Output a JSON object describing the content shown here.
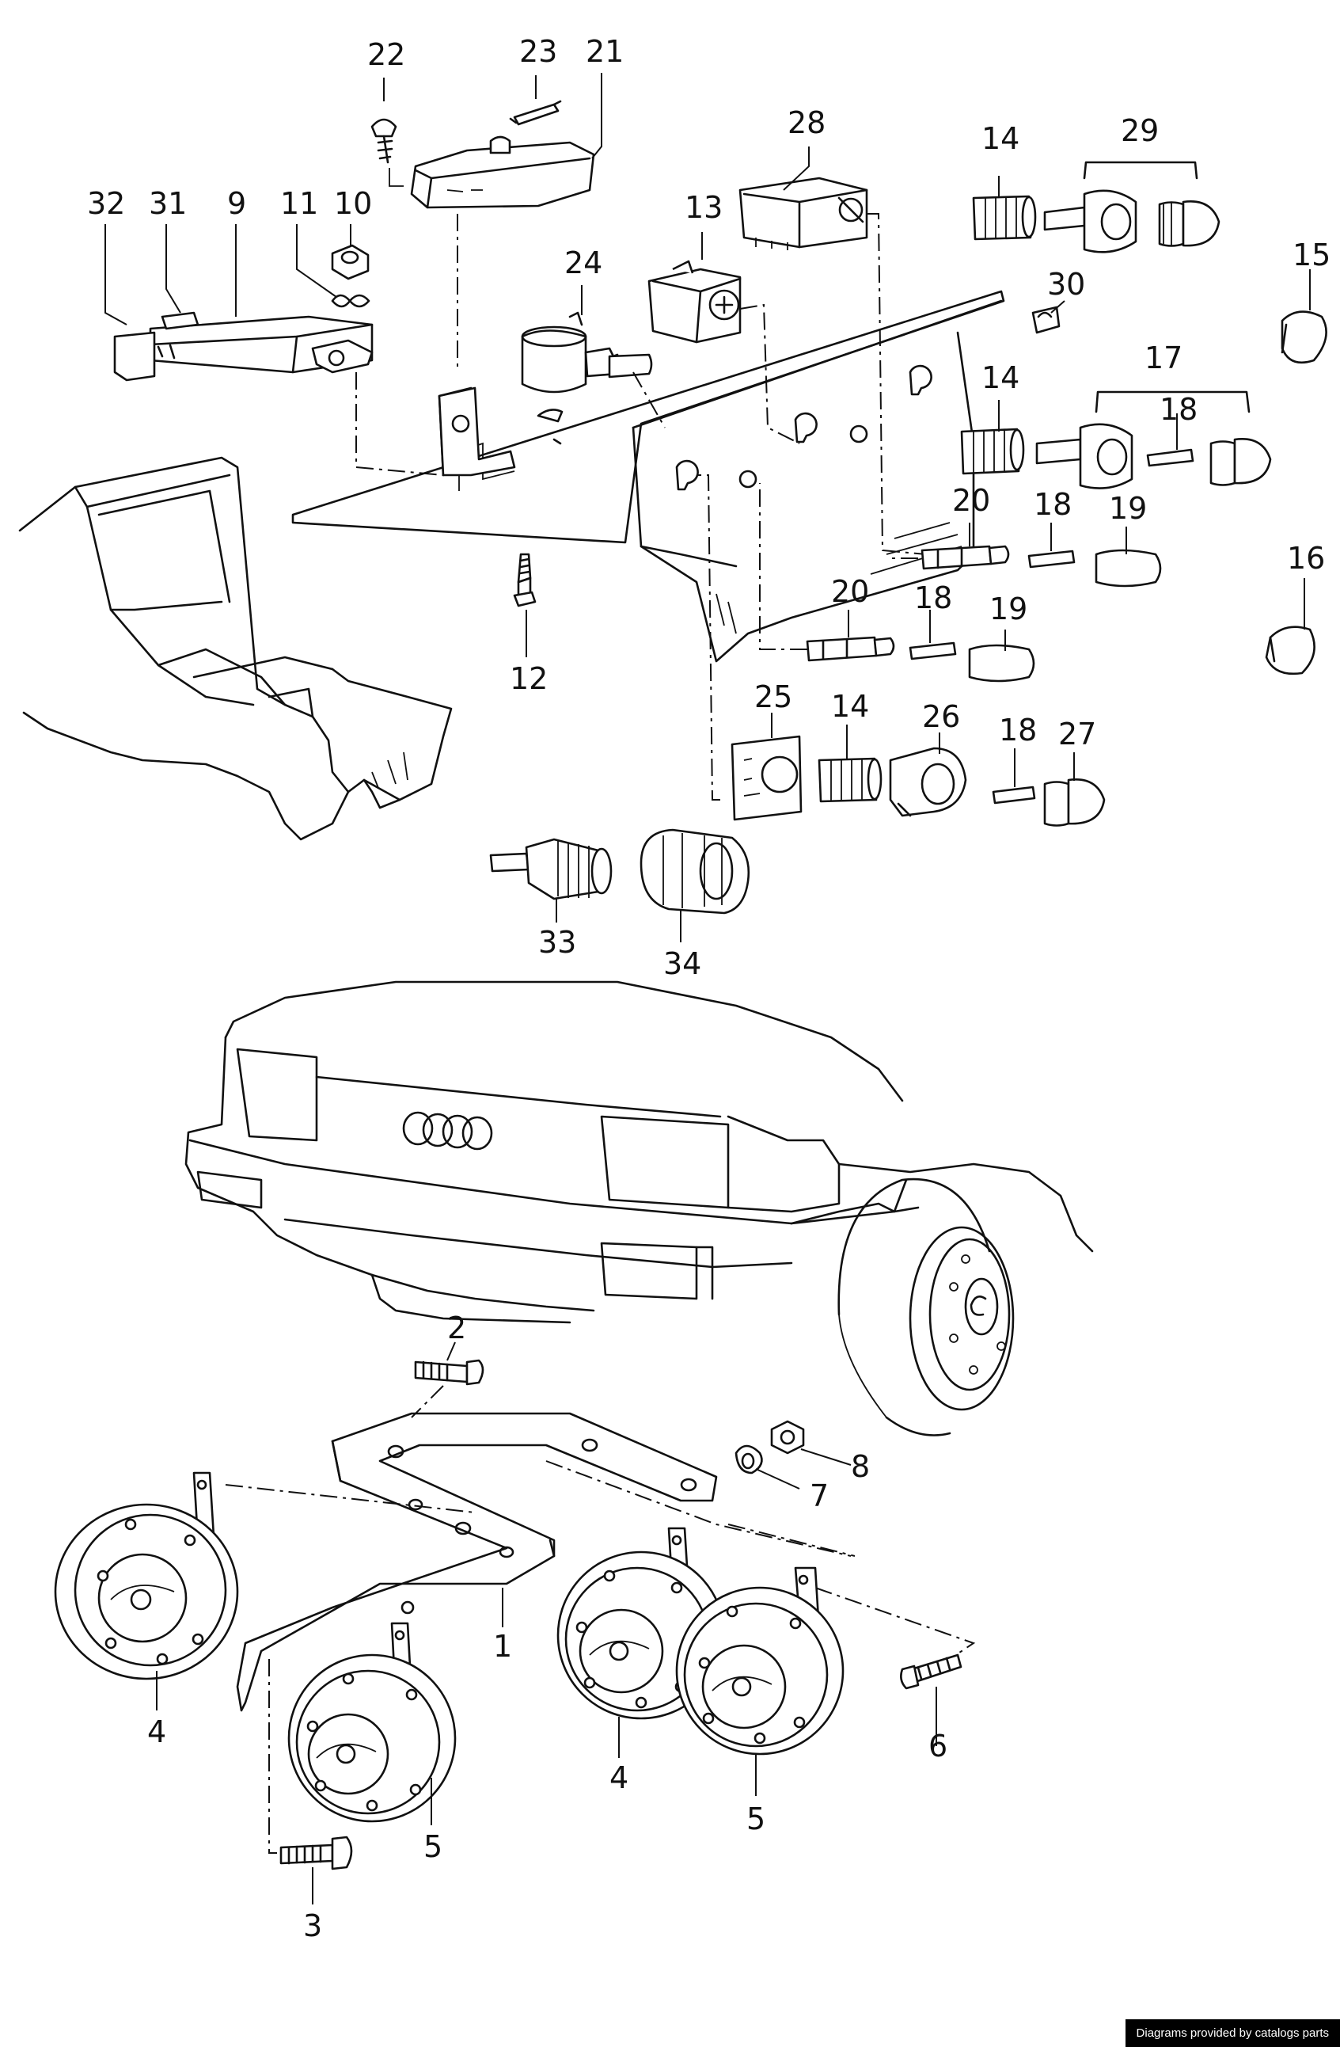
{
  "callouts": [
    "22",
    "23",
    "21",
    "28",
    "14",
    "29",
    "32",
    "31",
    "9",
    "11",
    "10",
    "13",
    "24",
    "30",
    "15",
    "14",
    "17",
    "18",
    "20",
    "18",
    "19",
    "12",
    "20",
    "18",
    "19",
    "16",
    "25",
    "14",
    "26",
    "18",
    "27",
    "33",
    "34",
    "2",
    "8",
    "7",
    "1",
    "4",
    "4",
    "6",
    "5",
    "3",
    "5"
  ],
  "credit": "Diagrams provided by catalogs parts"
}
